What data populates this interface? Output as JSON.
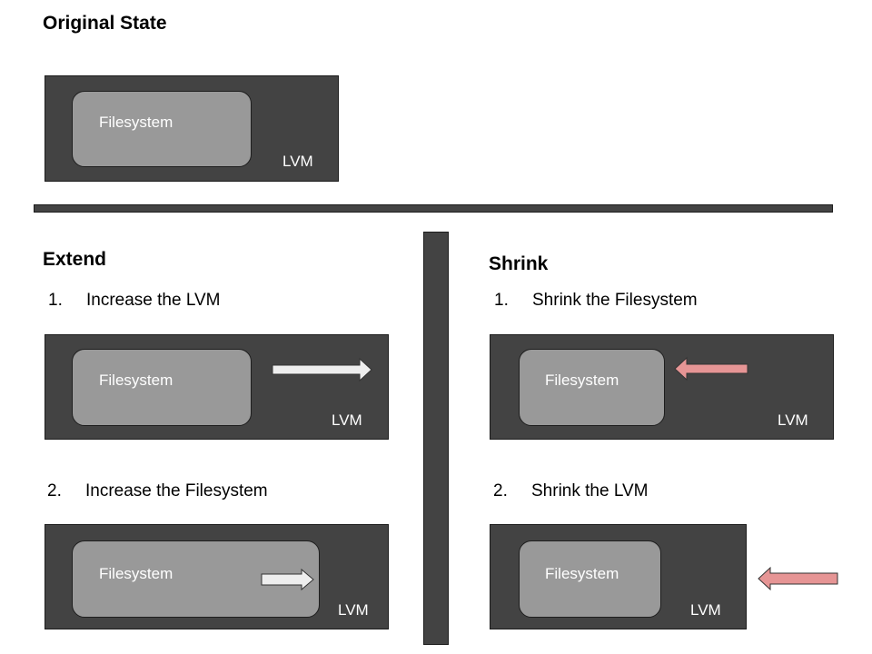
{
  "original": {
    "heading": "Original State",
    "filesystem_label": "Filesystem",
    "lvm_label": "LVM"
  },
  "extend": {
    "heading": "Extend",
    "step1": {
      "number": "1.",
      "text": "Increase the LVM"
    },
    "step2": {
      "number": "2.",
      "text": "Increase the Filesystem"
    },
    "filesystem_label": "Filesystem",
    "lvm_label": "LVM"
  },
  "shrink": {
    "heading": "Shrink",
    "step1": {
      "number": "1.",
      "text": "Shrink the Filesystem"
    },
    "step2": {
      "number": "2.",
      "text": "Shrink the LVM"
    },
    "filesystem_label": "Filesystem",
    "lvm_label": "LVM"
  },
  "colors": {
    "lvm": "#434343",
    "filesystem": "#999999",
    "extend_arrow": "#eeeeee",
    "shrink_arrow": "#e69595"
  }
}
